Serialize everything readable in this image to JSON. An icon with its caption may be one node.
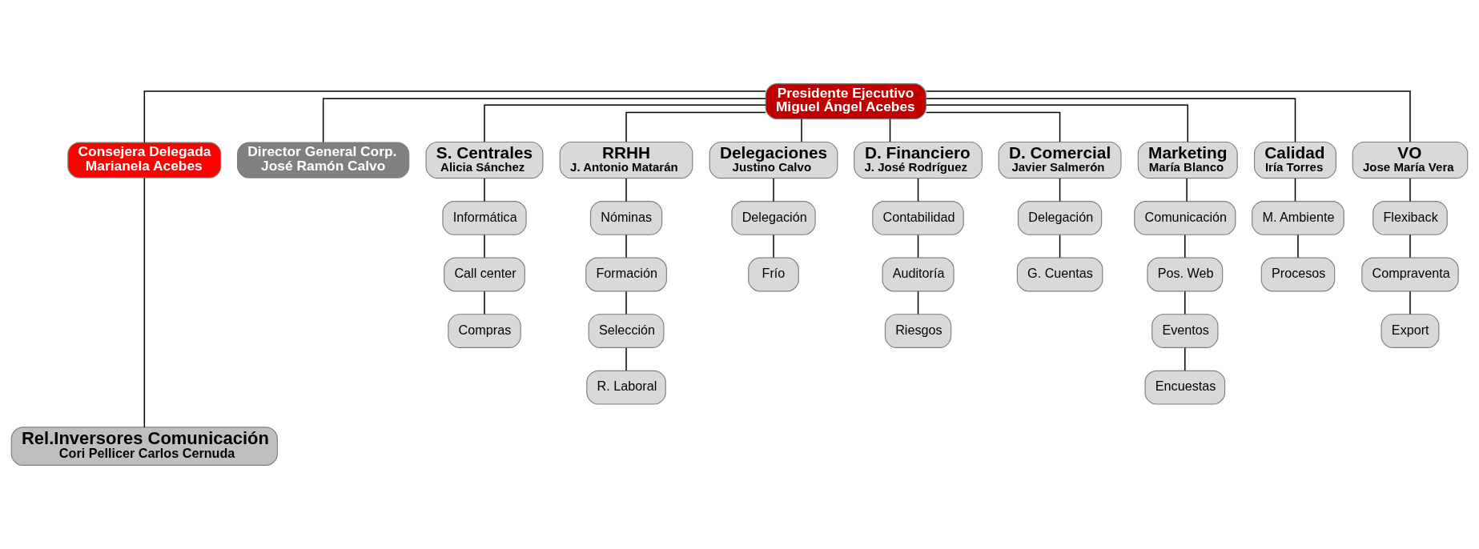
{
  "diagram": {
    "nodes": [
      {
        "text": [
          "Presidente Ejecutivo",
          "Miguel Ángel Acebes"
        ]
      },
      {
        "text": [
          "Consejera Delegada",
          "Marianela Acebes"
        ]
      },
      {
        "text": [
          "Director General Corp.",
          "José Ramón Calvo"
        ]
      },
      {
        "text": [
          "S. Centrales",
          "Alicia Sánchez"
        ]
      },
      {
        "text": [
          "Informática"
        ]
      },
      {
        "text": [
          "Call center"
        ]
      },
      {
        "text": [
          "Compras"
        ]
      },
      {
        "text": [
          "RRHH",
          "J. Antonio Matarán"
        ]
      },
      {
        "text": [
          "Nóminas"
        ]
      },
      {
        "text": [
          "Formación"
        ]
      },
      {
        "text": [
          "Selección"
        ]
      },
      {
        "text": [
          "R. Laboral"
        ]
      },
      {
        "text": [
          "Delegaciones",
          "Justino Calvo"
        ]
      },
      {
        "text": [
          "Delegación"
        ]
      },
      {
        "text": [
          "Frío"
        ]
      },
      {
        "text": [
          "D. Financiero",
          "J. José Rodríguez"
        ]
      },
      {
        "text": [
          "Contabilidad"
        ]
      },
      {
        "text": [
          "Auditoría"
        ]
      },
      {
        "text": [
          "Riesgos"
        ]
      },
      {
        "text": [
          "D. Comercial",
          "Javier Salmerón"
        ]
      },
      {
        "text": [
          "Delegación"
        ]
      },
      {
        "text": [
          "G. Cuentas"
        ]
      },
      {
        "text": [
          "Marketing",
          "María Blanco"
        ]
      },
      {
        "text": [
          "Comunicación"
        ]
      },
      {
        "text": [
          "Pos. Web"
        ]
      },
      {
        "text": [
          "Eventos"
        ]
      },
      {
        "text": [
          "Encuestas"
        ]
      },
      {
        "text": [
          "Calidad",
          "Iría Torres"
        ]
      },
      {
        "text": [
          "M. Ambiente"
        ]
      },
      {
        "text": [
          "Procesos"
        ]
      },
      {
        "text": [
          "VO",
          "Jose María Vera"
        ]
      },
      {
        "text": [
          "Flexiback"
        ]
      },
      {
        "text": [
          "Compraventa"
        ]
      },
      {
        "text": [
          "Export"
        ]
      },
      {
        "text": [
          "Rel.Inversores Comunicación",
          "Cori Pellicer Carlos Cernuda"
        ]
      }
    ],
    "edges": [
      {
        "from": 0,
        "to": 1,
        "arrow": "none"
      },
      {
        "from": 0,
        "to": 2,
        "arrow": "none"
      },
      {
        "from": 1,
        "to": 34,
        "arrow": "none"
      },
      {
        "from": 0,
        "to": 3,
        "arrow": "none"
      },
      {
        "from": 0,
        "to": 7,
        "arrow": "none"
      },
      {
        "from": 0,
        "to": 12,
        "arrow": "none"
      },
      {
        "from": 0,
        "to": 15,
        "arrow": "none"
      },
      {
        "from": 0,
        "to": 19,
        "arrow": "none"
      },
      {
        "from": 0,
        "to": 22,
        "arrow": "none"
      },
      {
        "from": 0,
        "to": 27,
        "arrow": "none"
      },
      {
        "from": 0,
        "to": 30,
        "arrow": "none"
      },
      {
        "from": 3,
        "to": 4,
        "arrow": "none"
      },
      {
        "from": 4,
        "to": 5,
        "arrow": "none"
      },
      {
        "from": 5,
        "to": 6,
        "arrow": "none"
      },
      {
        "from": 7,
        "to": 8,
        "arrow": "none"
      },
      {
        "from": 8,
        "to": 9,
        "arrow": "none"
      },
      {
        "from": 9,
        "to": 10,
        "arrow": "none"
      },
      {
        "from": 10,
        "to": 11,
        "arrow": "none"
      },
      {
        "from": 12,
        "to": 13,
        "arrow": "none"
      },
      {
        "from": 13,
        "to": 14,
        "arrow": "none"
      },
      {
        "from": 15,
        "to": 16,
        "arrow": "none"
      },
      {
        "from": 16,
        "to": 17,
        "arrow": "none"
      },
      {
        "from": 17,
        "to": 18,
        "arrow": "none"
      },
      {
        "from": 19,
        "to": 20,
        "arrow": "none"
      },
      {
        "from": 20,
        "to": 21,
        "arrow": "none"
      },
      {
        "from": 22,
        "to": 23,
        "arrow": "none"
      },
      {
        "from": 23,
        "to": 24,
        "arrow": "none"
      },
      {
        "from": 24,
        "to": 25,
        "arrow": "none"
      },
      {
        "from": 25,
        "to": 26,
        "arrow": "none"
      },
      {
        "from": 27,
        "to": 28,
        "arrow": "none"
      },
      {
        "from": 28,
        "to": 29,
        "arrow": "none"
      },
      {
        "from": 30,
        "to": 31,
        "arrow": "none"
      },
      {
        "from": 31,
        "to": 32,
        "arrow": "none"
      },
      {
        "from": 32,
        "to": 33,
        "arrow": "none"
      }
    ]
  }
}
